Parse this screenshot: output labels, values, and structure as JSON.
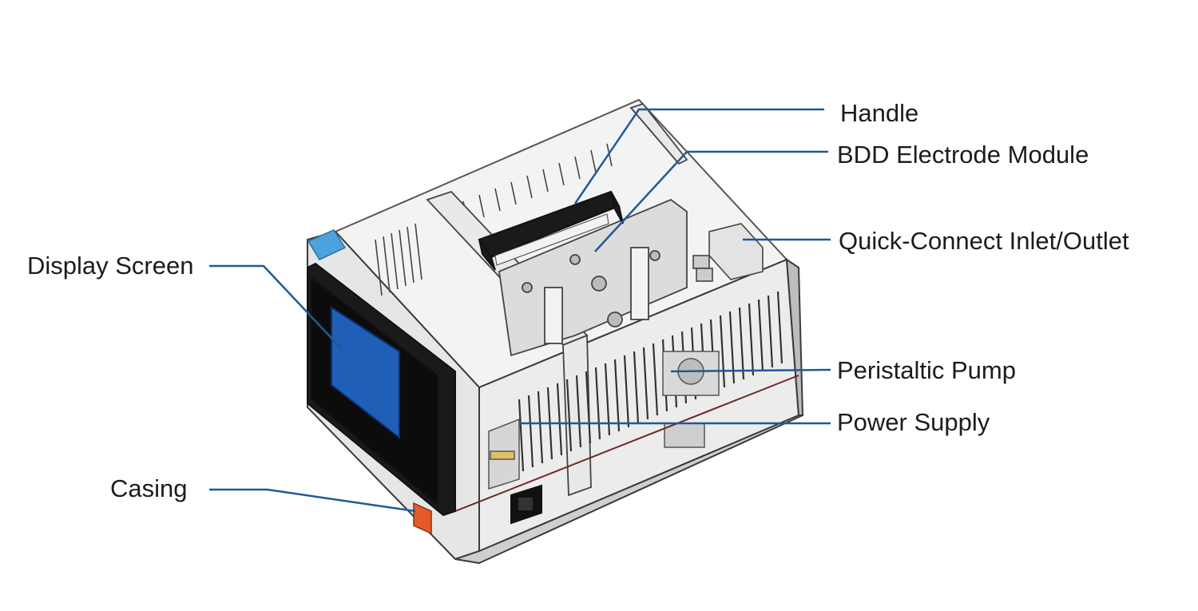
{
  "diagram": {
    "colors": {
      "leader": "#1f5a93",
      "outline": "#3a3a3a",
      "panel": "#eeeeee",
      "screen": "#1f5fb8",
      "bezel": "#111111",
      "accent_blue": "#4aa3dc",
      "accent_orange": "#e65a2a"
    },
    "labels": {
      "handle": "Handle",
      "bdd": "BDD Electrode Module",
      "quick": "Quick-Connect Inlet/Outlet",
      "display": "Display Screen",
      "pump": "Peristaltic Pump",
      "power": "Power Supply",
      "casing": "Casing"
    }
  }
}
